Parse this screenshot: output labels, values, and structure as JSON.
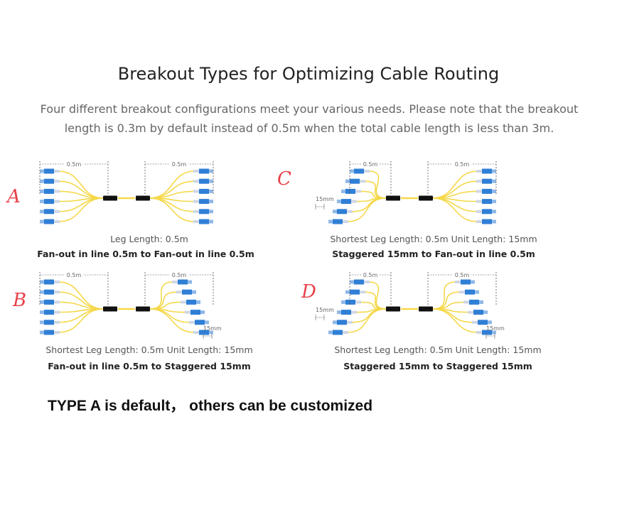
{
  "heading": "Breakout Types for Optimizing Cable Routing",
  "intro_line1": "Four different breakout configurations meet your various needs. Please note that the breakout",
  "intro_line2": "length is 0.3m by default instead of 0.5m when the total cable length is less than 3m.",
  "colors": {
    "accent_letter": "#e8414a",
    "fiber": "#f5d84a",
    "connector": "#2f7fd6",
    "boot": "#cfd6e6",
    "splitter": "#111111"
  },
  "dimension_labels": {
    "leg": "0.5m",
    "unit": "15mm"
  },
  "panels": [
    {
      "letter": "A",
      "line1": "Leg Length: 0.5m",
      "line2": "Fan-out in line 0.5m to Fan-out in line 0.5m"
    },
    {
      "letter": "C",
      "line1": "Shortest Leg Length: 0.5m   Unit Length: 15mm",
      "line2": "Staggered 15mm to Fan-out in line 0.5m"
    },
    {
      "letter": "B",
      "line1": "Shortest Leg Length: 0.5m   Unit Length: 15mm",
      "line2": "Fan-out in line 0.5m to Staggered 15mm"
    },
    {
      "letter": "D",
      "line1": "Shortest Leg Length: 0.5m   Unit Length: 15mm",
      "line2": "Staggered 15mm to Staggered 15mm"
    }
  ],
  "footnote": "TYPE A is default，  others can be customized"
}
